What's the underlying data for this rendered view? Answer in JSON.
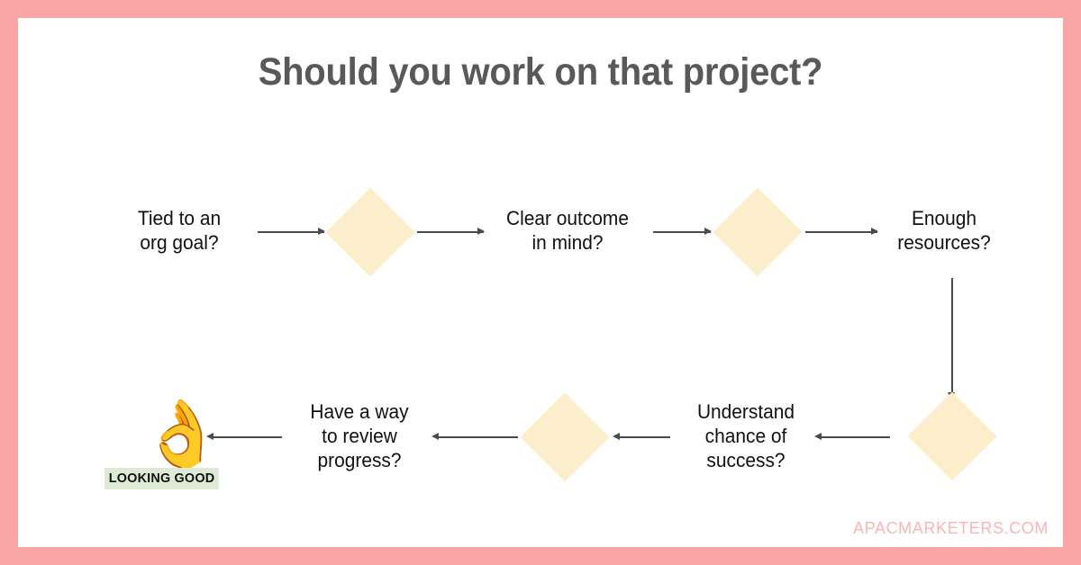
{
  "page": {
    "title": "Should you work on that project?",
    "border_color": "#FBA6A6",
    "background_color": "#FFFFFF",
    "title_color": "#595959",
    "diamond_color": "#FDEECB",
    "connector_color": "#4A4A4A",
    "badge_bg_color": "#DDEAD6",
    "watermark_color": "#F9B5B5"
  },
  "flow": {
    "steps": [
      {
        "id": "tied-to-org-goal",
        "label": "Tied to an\norg goal?",
        "kind": "text"
      },
      {
        "id": "decision-1",
        "label": "",
        "kind": "diamond"
      },
      {
        "id": "clear-outcome",
        "label": "Clear outcome\nin mind?",
        "kind": "text"
      },
      {
        "id": "decision-2",
        "label": "",
        "kind": "diamond"
      },
      {
        "id": "enough-resources",
        "label": "Enough\nresources?",
        "kind": "text"
      },
      {
        "id": "decision-3",
        "label": "",
        "kind": "diamond"
      },
      {
        "id": "chance-of-success",
        "label": "Understand\nchance of\nsuccess?",
        "kind": "text"
      },
      {
        "id": "decision-4",
        "label": "",
        "kind": "diamond"
      },
      {
        "id": "review-progress",
        "label": "Have a way\nto review\nprogress?",
        "kind": "text"
      },
      {
        "id": "outcome",
        "label": "👌",
        "kind": "emoji"
      }
    ]
  },
  "outcome": {
    "emoji": "👌",
    "emoji_name": "ok-hand-emoji",
    "badge_label": "LOOKING GOOD"
  },
  "watermark": {
    "text": "APACMARKETERS.COM"
  }
}
